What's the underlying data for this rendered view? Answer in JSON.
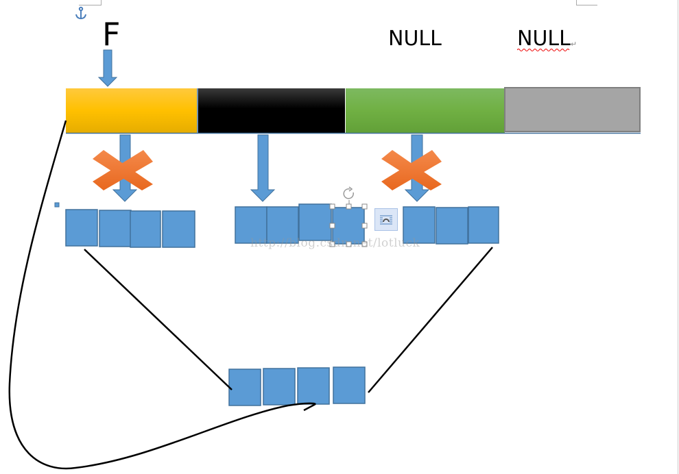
{
  "diagram": {
    "pointer_label": "F",
    "null_labels": [
      "NULL",
      "NULL"
    ],
    "watermark": "http://blog.csdn.net/lotluck",
    "bucket_array": {
      "slots": [
        {
          "name": "slot-yellow",
          "color": "#ffc000",
          "status": "pointer-F"
        },
        {
          "name": "slot-black",
          "color": "#000000",
          "status": "active"
        },
        {
          "name": "slot-green",
          "color": "#70ad47",
          "status": "NULL"
        },
        {
          "name": "slot-gray",
          "color": "#a5a5a5",
          "status": "NULL"
        }
      ]
    },
    "groups": [
      {
        "name": "left-group",
        "blocks": 4,
        "crossed_out": true
      },
      {
        "name": "middle-group",
        "blocks": 4,
        "crossed_out": false,
        "selected_block": 4
      },
      {
        "name": "right-group",
        "blocks": 3,
        "crossed_out": true
      },
      {
        "name": "merged-group",
        "blocks": 4
      }
    ],
    "colors": {
      "block_fill": "#5b9bd5",
      "block_stroke": "#41719c",
      "cross": "#ed7d31",
      "arrow_fill": "#5b9bd5",
      "line": "#000000"
    },
    "icons": {
      "anchor": "anchor-icon",
      "rotate": "rotate-handle-icon",
      "wrap": "text-wrap-icon"
    }
  }
}
